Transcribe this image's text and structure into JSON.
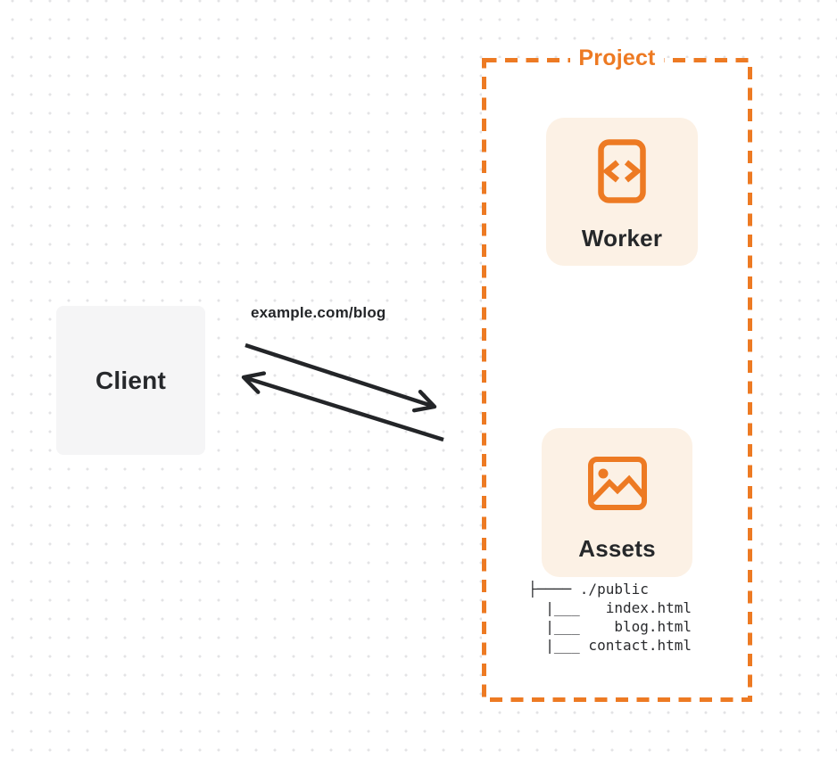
{
  "client": {
    "label": "Client"
  },
  "request": {
    "label": "example.com/blog"
  },
  "project": {
    "title": "Project",
    "worker": {
      "label": "Worker",
      "icon": "code-file-icon"
    },
    "assets": {
      "label": "Assets",
      "icon": "image-icon",
      "tree_lines": [
        "├──── ./public",
        "  |___   index.html",
        "  |___    blog.html",
        "  |___ contact.html"
      ]
    }
  },
  "colors": {
    "accent_orange": "#ED7A23",
    "card_background": "#FCF1E5",
    "client_background": "#F5F5F6",
    "arrow": "#232528",
    "text_dark": "#26282A",
    "dot_grid": "#E3E3E5"
  }
}
